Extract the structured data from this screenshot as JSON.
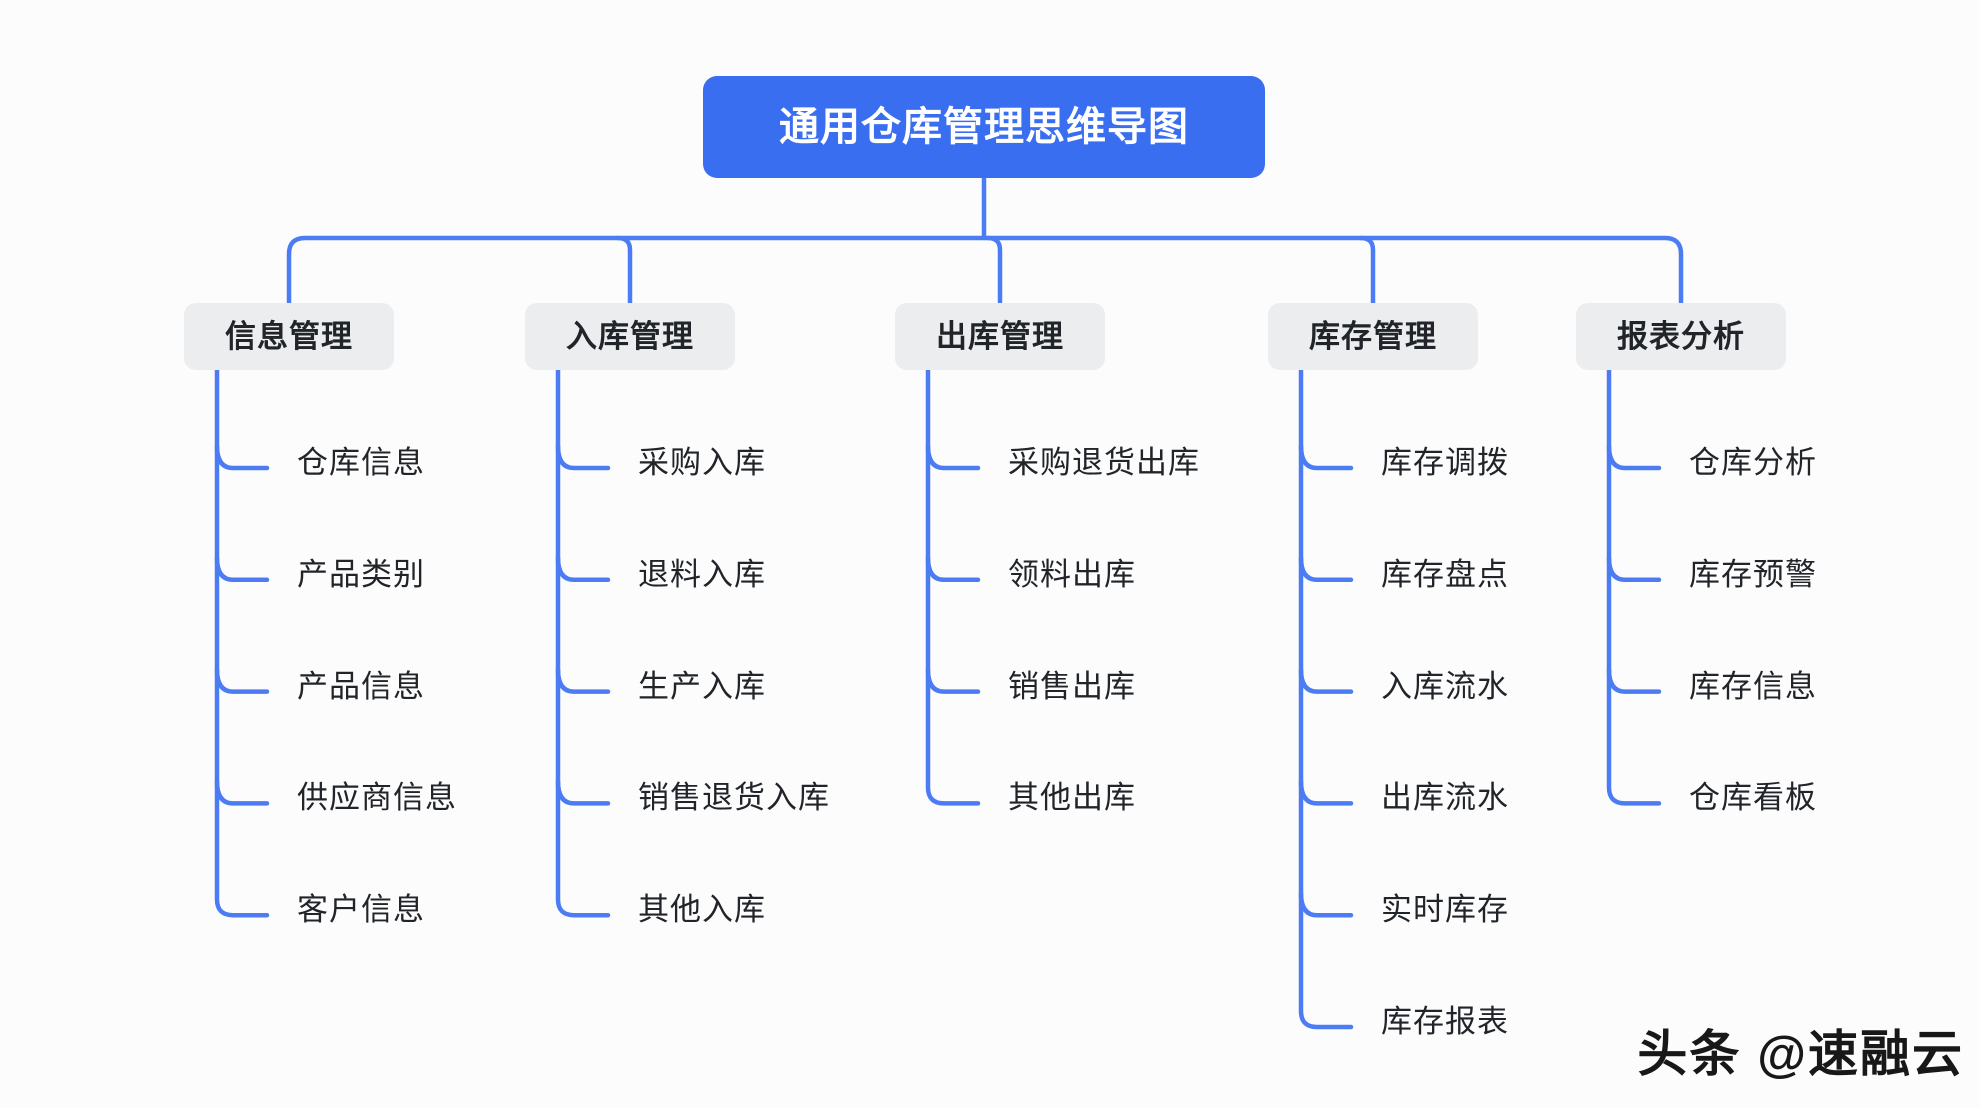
{
  "title": "通用仓库管理思维导图",
  "watermark": "头条 @速融云",
  "colors": {
    "accent": "#3a6ef0",
    "line": "#4b7cf3",
    "node_bg": "#ecedef",
    "text": "#212529"
  },
  "branches": [
    {
      "label": "信息管理",
      "children": [
        "仓库信息",
        "产品类别",
        "产品信息",
        "供应商信息",
        "客户信息"
      ]
    },
    {
      "label": "入库管理",
      "children": [
        "采购入库",
        "退料入库",
        "生产入库",
        "销售退货入库",
        "其他入库"
      ]
    },
    {
      "label": "出库管理",
      "children": [
        "采购退货出库",
        "领料出库",
        "销售出库",
        "其他出库"
      ]
    },
    {
      "label": "库存管理",
      "children": [
        "库存调拨",
        "库存盘点",
        "入库流水",
        "出库流水",
        "实时库存",
        "库存报表"
      ]
    },
    {
      "label": "报表分析",
      "children": [
        "仓库分析",
        "库存预警",
        "库存信息",
        "仓库看板"
      ]
    }
  ]
}
